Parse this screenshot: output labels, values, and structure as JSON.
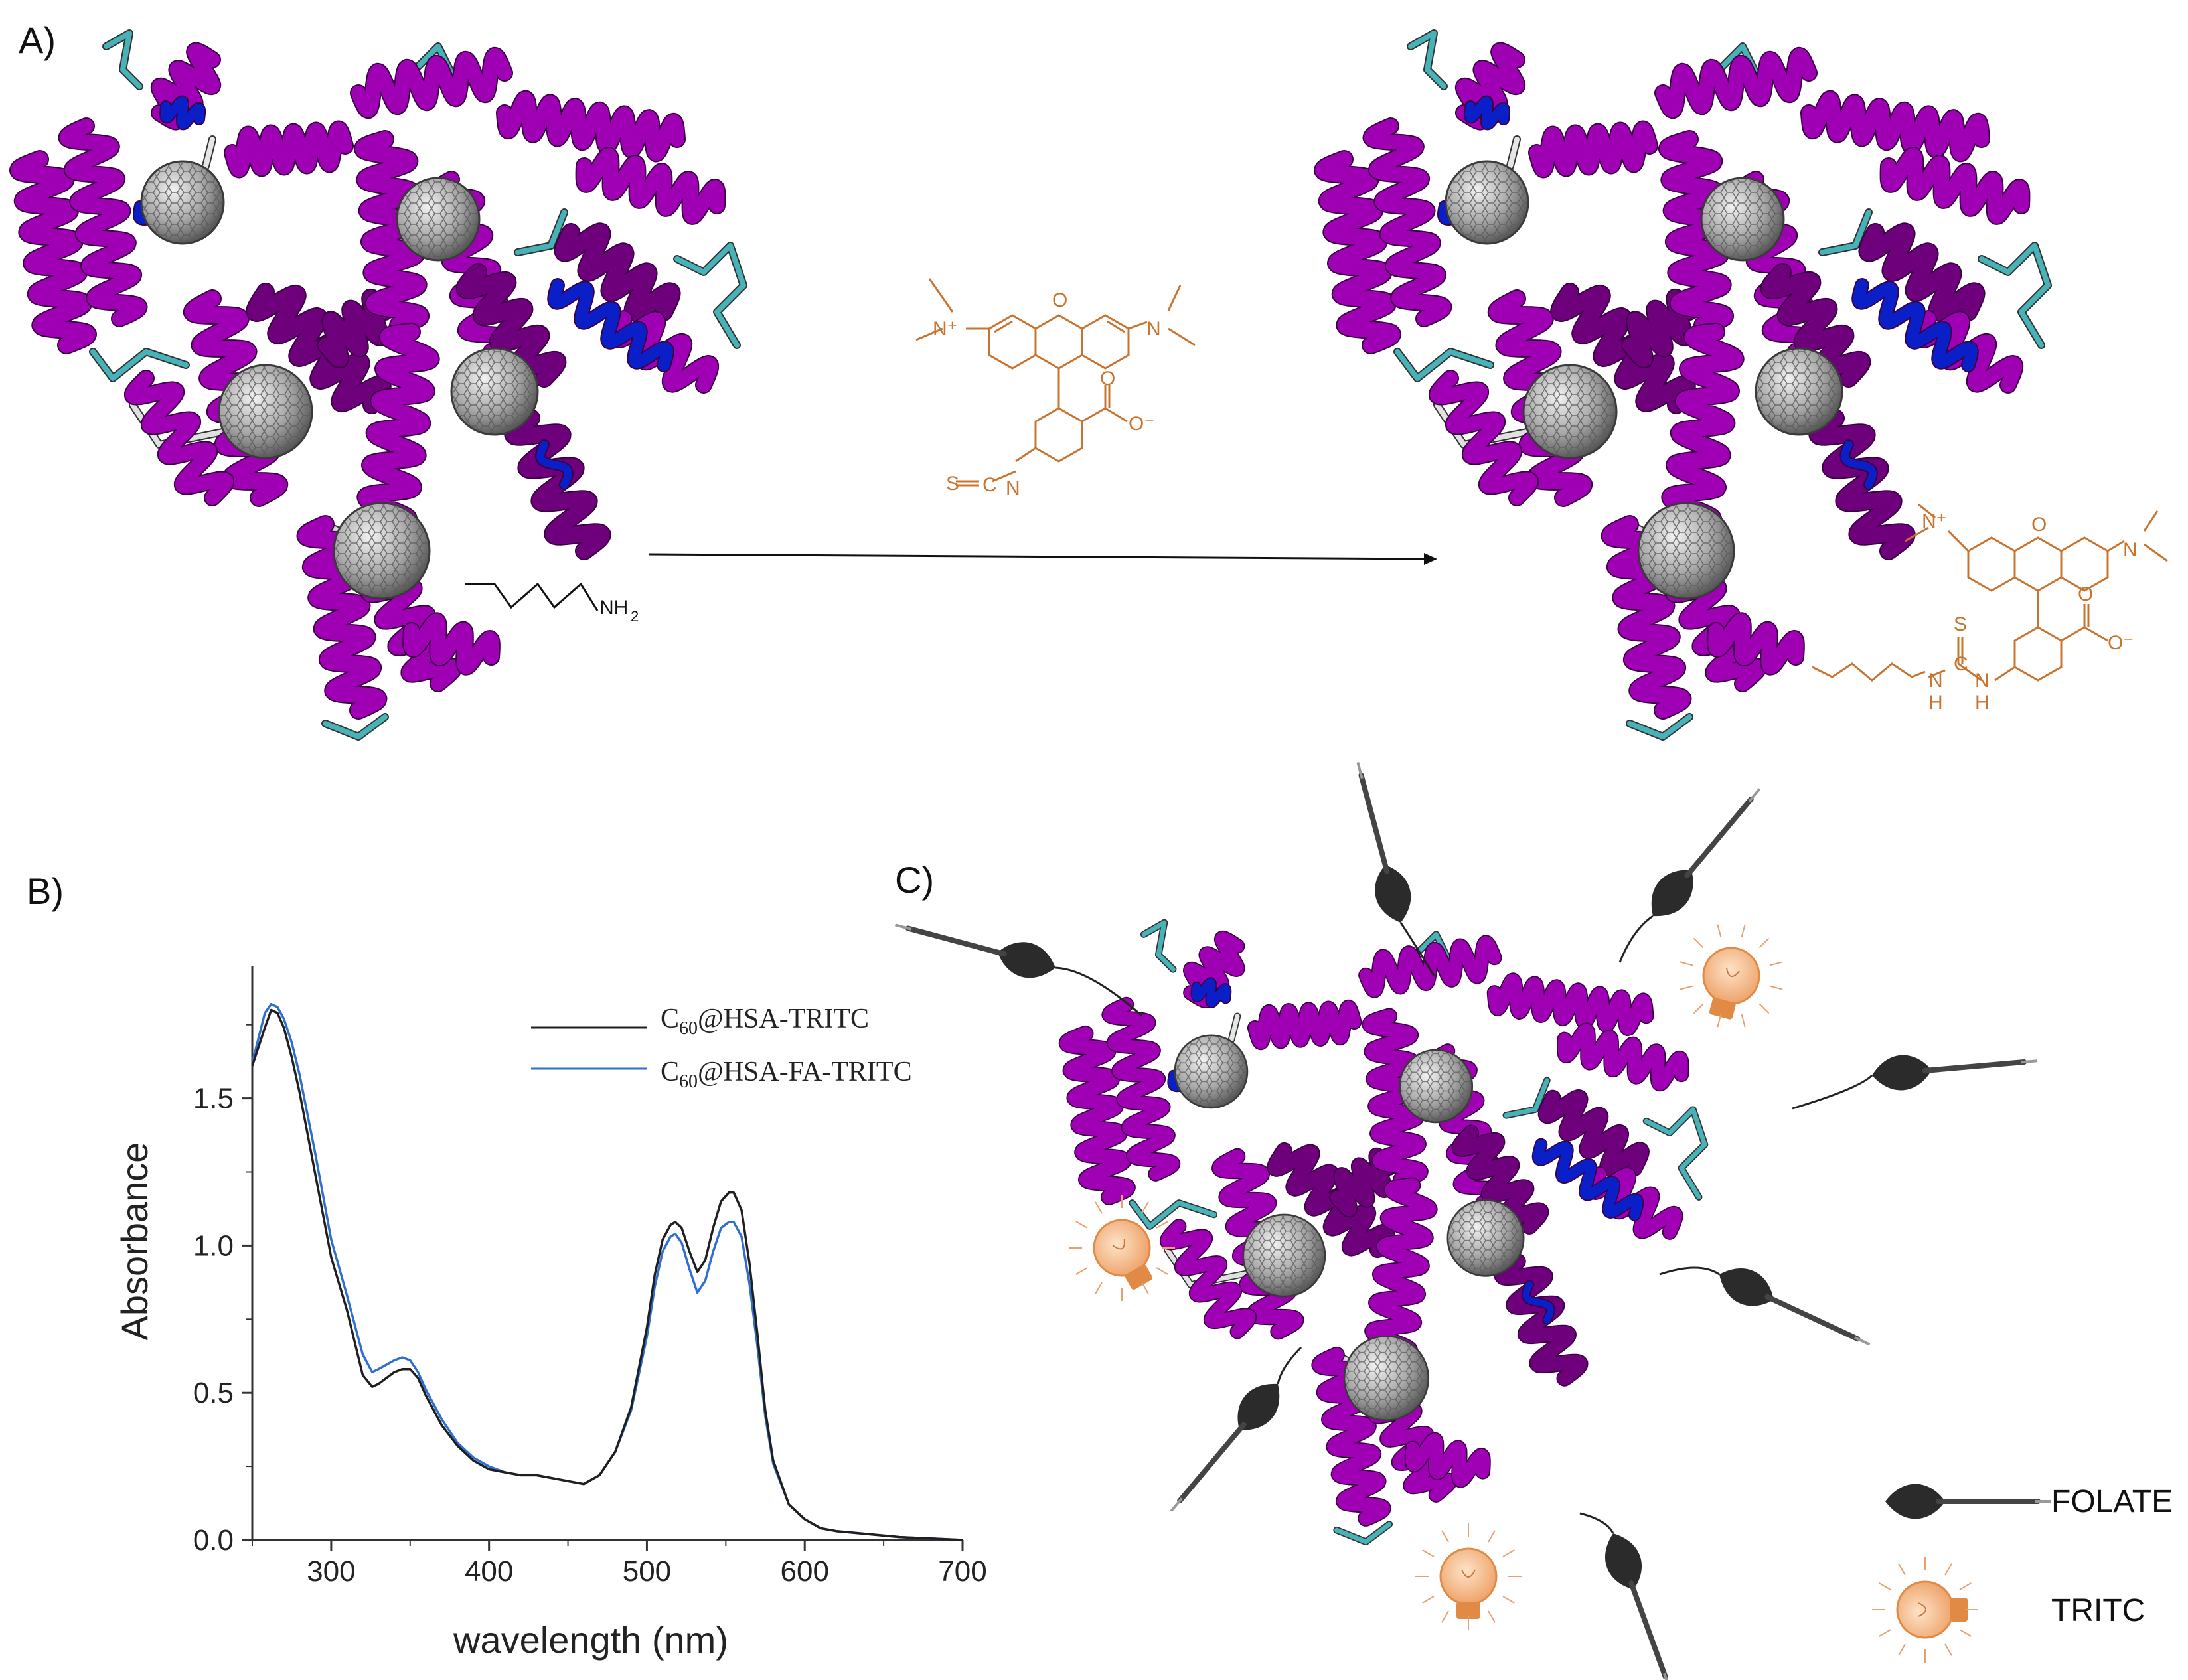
{
  "panels": {
    "a": "A)",
    "b": "B)",
    "c": "C)"
  },
  "reagent": {
    "label_nme2_plus": "N⁺",
    "label_nme2": "N",
    "label_coo": "O",
    "label_coo_minus": "O⁻",
    "label_ring_o": "O",
    "label_ncs_s": "S",
    "label_ncs_c": "C",
    "label_ncs_n": "N"
  },
  "lysine": {
    "label": "NH",
    "subscript": "2"
  },
  "product": {
    "label_nh1": "N",
    "label_h1": "H",
    "label_c": "C",
    "label_s": "S",
    "label_nh2": "N",
    "label_h2": "H"
  },
  "colors": {
    "helix": "#a000b4",
    "helix_dark": "#6e007c",
    "coil_cyan": "#47b3b8",
    "helix_blue": "#0a1fc8",
    "fullerene": "#9c9c9c",
    "tritc": "#c8742f",
    "folate": "#2b2b2b",
    "series_black": "#1f1f1f",
    "series_blue": "#2f6fd0"
  },
  "chart_data": {
    "type": "line",
    "xlabel": "wavelength (nm)",
    "ylabel": "Absorbance",
    "xlim": [
      250,
      700
    ],
    "ylim": [
      0.0,
      1.95
    ],
    "xticks": [
      "300",
      "400",
      "500",
      "600",
      "700"
    ],
    "yticks": [
      "0.0",
      "0.5",
      "1.0",
      "1.5"
    ],
    "legend_position": "top-right",
    "series": [
      {
        "name": "C60@HSA-TRITC",
        "name_main": "C",
        "name_sub": "60",
        "name_rest": "@HSA-TRITC",
        "color": "#1f1f1f",
        "x": [
          250,
          258,
          262,
          266,
          270,
          275,
          280,
          290,
          300,
          310,
          320,
          326,
          330,
          340,
          345,
          350,
          355,
          360,
          370,
          380,
          390,
          400,
          410,
          420,
          430,
          440,
          450,
          460,
          470,
          480,
          490,
          500,
          505,
          510,
          515,
          518,
          522,
          527,
          532,
          537,
          542,
          547,
          552,
          555,
          560,
          565,
          570,
          575,
          580,
          590,
          600,
          610,
          620,
          640,
          660,
          700
        ],
        "y": [
          1.61,
          1.74,
          1.8,
          1.79,
          1.74,
          1.64,
          1.52,
          1.24,
          0.96,
          0.78,
          0.56,
          0.52,
          0.53,
          0.57,
          0.58,
          0.58,
          0.55,
          0.49,
          0.39,
          0.32,
          0.27,
          0.24,
          0.23,
          0.22,
          0.22,
          0.21,
          0.2,
          0.19,
          0.22,
          0.3,
          0.45,
          0.72,
          0.9,
          1.02,
          1.07,
          1.08,
          1.06,
          0.98,
          0.91,
          0.95,
          1.06,
          1.15,
          1.18,
          1.18,
          1.12,
          0.94,
          0.7,
          0.44,
          0.27,
          0.12,
          0.07,
          0.04,
          0.03,
          0.02,
          0.01,
          0.0
        ]
      },
      {
        "name": "C60@HSA-FA-TRITC",
        "name_main": "C",
        "name_sub": "60",
        "name_rest": "@HSA-FA-TRITC",
        "color": "#2f6fd0",
        "x": [
          250,
          258,
          262,
          266,
          270,
          275,
          280,
          290,
          300,
          310,
          320,
          326,
          330,
          340,
          345,
          350,
          355,
          360,
          370,
          380,
          390,
          400,
          410,
          420,
          430,
          440,
          450,
          460,
          470,
          480,
          490,
          500,
          505,
          510,
          515,
          518,
          522,
          527,
          532,
          537,
          542,
          547,
          552,
          555,
          560,
          565,
          570,
          575,
          580,
          590,
          600,
          610,
          620,
          640,
          660,
          700
        ],
        "y": [
          1.62,
          1.79,
          1.82,
          1.81,
          1.77,
          1.69,
          1.58,
          1.31,
          1.02,
          0.83,
          0.63,
          0.57,
          0.58,
          0.61,
          0.62,
          0.61,
          0.57,
          0.51,
          0.41,
          0.33,
          0.28,
          0.25,
          0.23,
          0.22,
          0.22,
          0.21,
          0.2,
          0.19,
          0.22,
          0.3,
          0.44,
          0.69,
          0.86,
          0.98,
          1.03,
          1.04,
          1.01,
          0.92,
          0.84,
          0.88,
          0.98,
          1.06,
          1.08,
          1.08,
          1.03,
          0.87,
          0.66,
          0.42,
          0.26,
          0.12,
          0.07,
          0.04,
          0.03,
          0.02,
          0.01,
          0.0
        ]
      }
    ]
  },
  "key": {
    "folate": "FOLATE",
    "tritc": "TRITC"
  }
}
